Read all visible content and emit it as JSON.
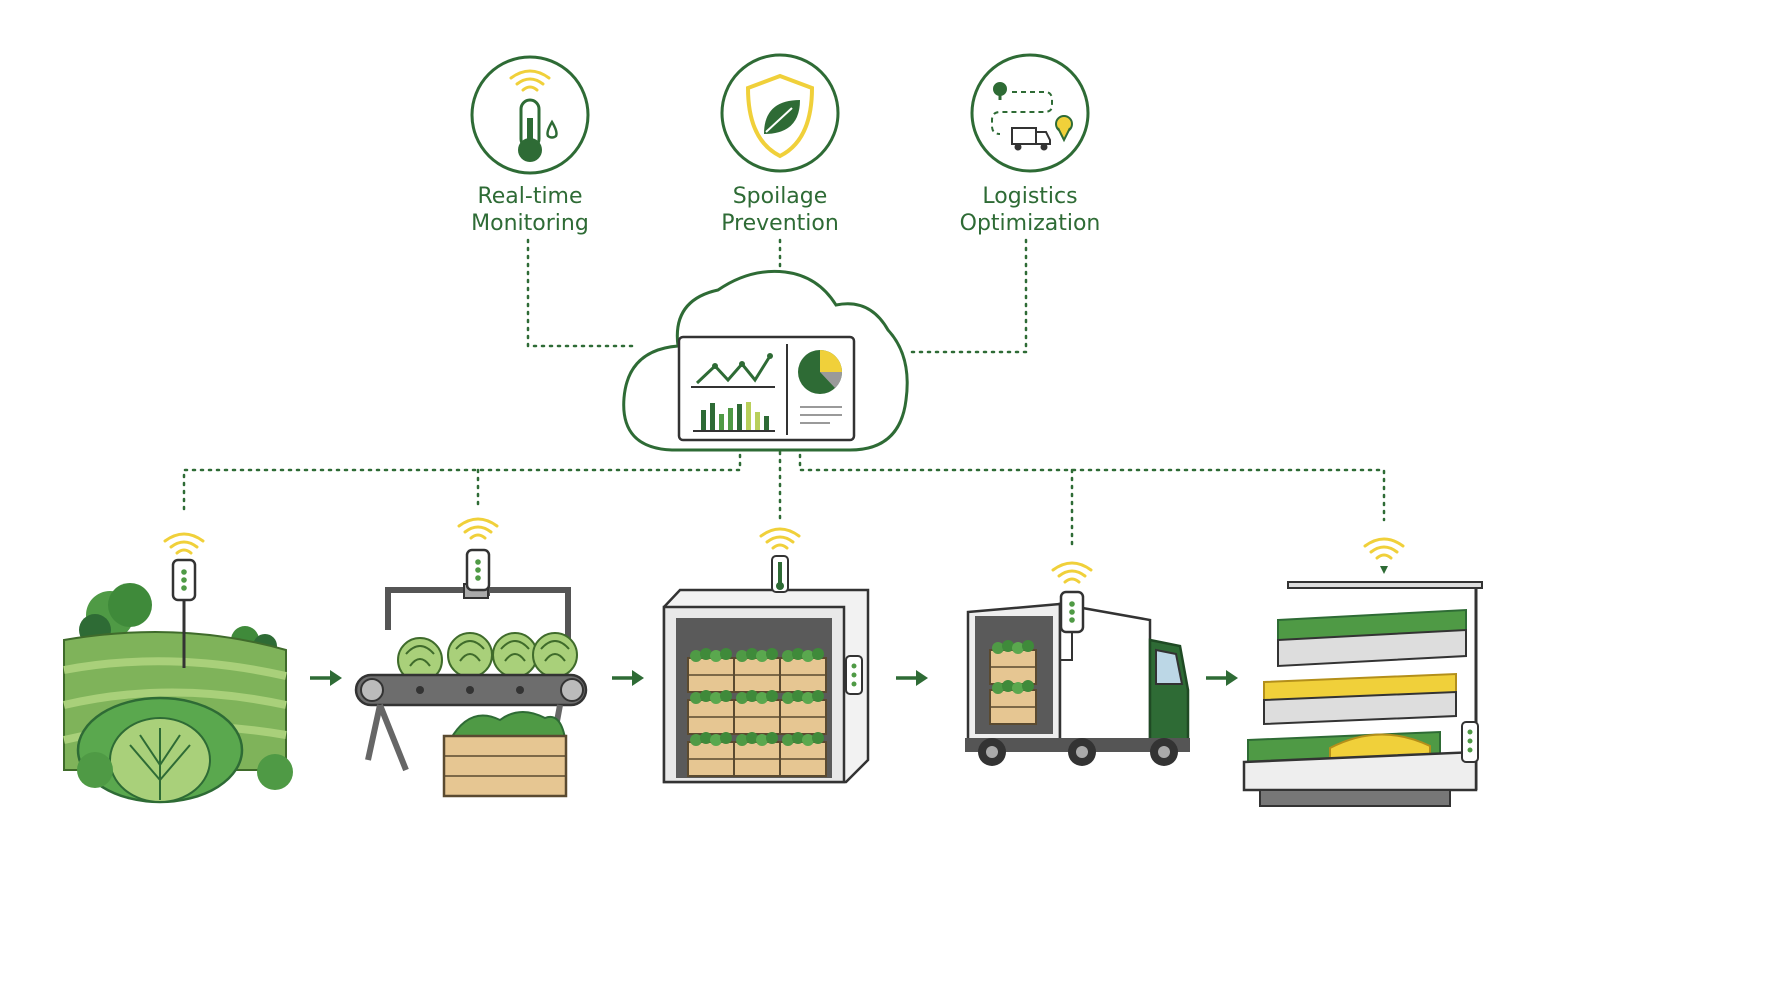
{
  "benefits": [
    {
      "line1": "Real-time",
      "line2": "Monitoring",
      "icon": "thermometer-icon"
    },
    {
      "line1": "Spoilage",
      "line2": "Prevention",
      "icon": "shield-leaf-icon"
    },
    {
      "line1": "Logistics",
      "line2": "Optimization",
      "icon": "route-truck-icon"
    }
  ],
  "cloud": {
    "dashboard": [
      "line-chart-icon",
      "pie-chart-icon",
      "bar-chart-icon"
    ]
  },
  "stages": [
    "field-scene",
    "processing-conveyor-scene",
    "cold-storage-scene",
    "delivery-truck-scene",
    "retail-shelf-scene"
  ],
  "colors": {
    "green": "#2e6b35",
    "accent_green": "#4f9a45",
    "yellow": "#f0d03a",
    "gray": "#8a8a8a",
    "wood": "#e6c692"
  }
}
